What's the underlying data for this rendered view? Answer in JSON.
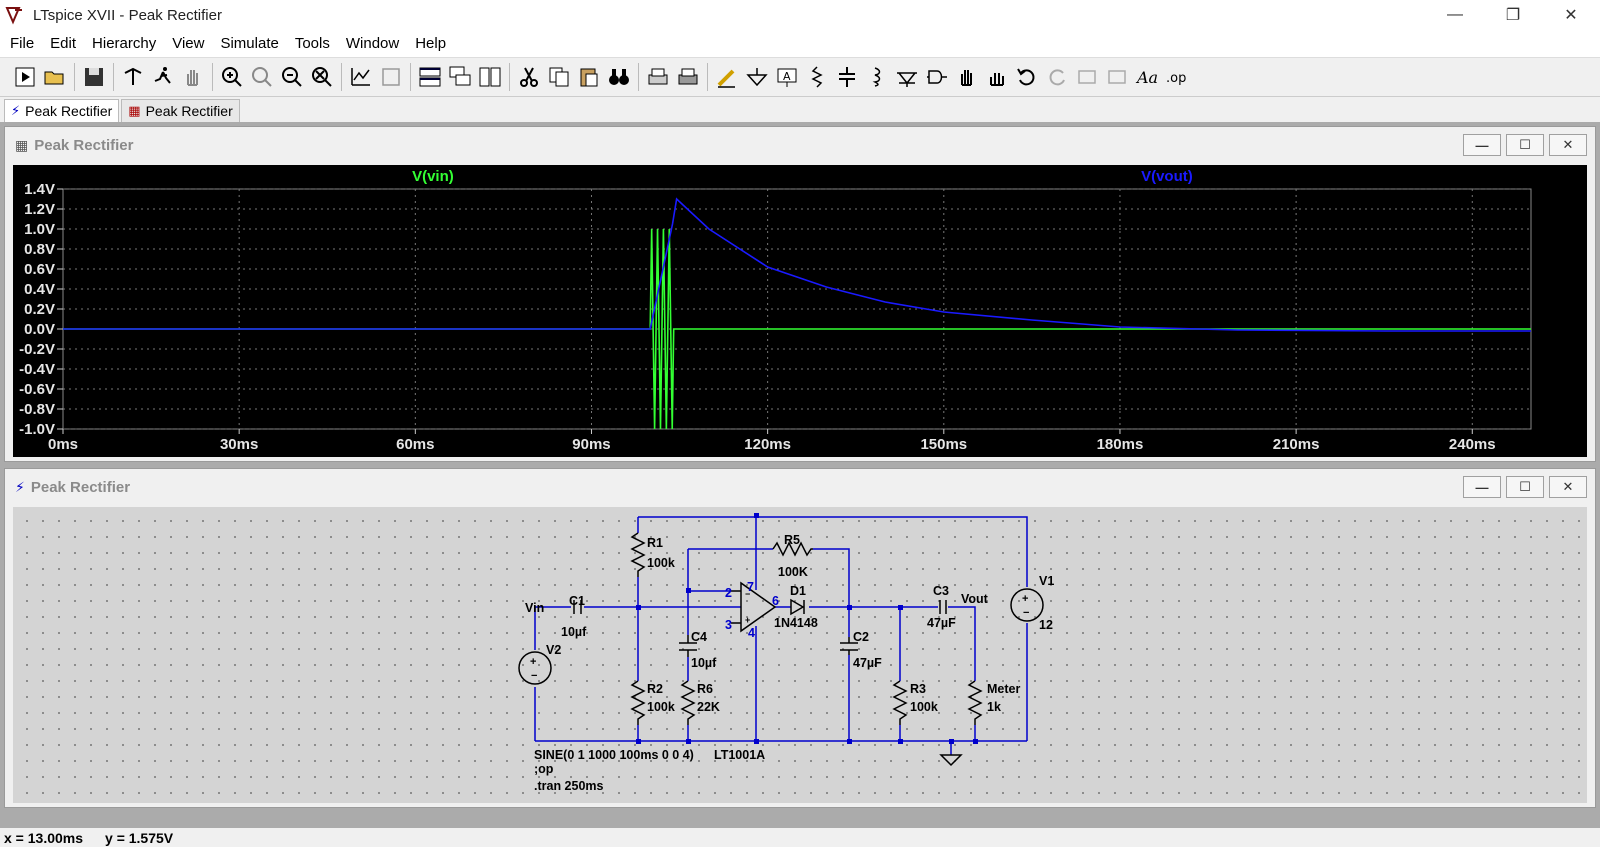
{
  "window": {
    "title": "LTspice XVII - Peak Rectifier"
  },
  "menu": {
    "items": [
      "File",
      "Edit",
      "Hierarchy",
      "View",
      "Simulate",
      "Tools",
      "Window",
      "Help"
    ]
  },
  "toolbar": {
    "icons": [
      "run-icon",
      "open-icon",
      "save-icon",
      "control-panel-icon",
      "run-sim-icon",
      "pan-hand-icon",
      "zoom-in-icon",
      "zoom-area-icon",
      "zoom-out-icon",
      "zoom-cancel-icon",
      "autorange-icon",
      "zoom-fit-icon",
      "tile-horizontal-icon",
      "cascade-icon",
      "tile-vertical-icon",
      "cut-icon",
      "copy-icon",
      "paste-icon",
      "find-icon",
      "print-setup-icon",
      "print-icon",
      "draw-wire-icon",
      "ground-icon",
      "label-net-icon",
      "resistor-icon",
      "capacitor-icon",
      "inductor-icon",
      "diode-icon",
      "component-icon",
      "move-icon",
      "drag-icon",
      "undo-icon",
      "redo-icon",
      "rotate-icon",
      "mirror-icon",
      "text-icon",
      "spice-directive-icon"
    ]
  },
  "tabs": [
    {
      "label": "Peak Rectifier",
      "icon": "schematic-icon",
      "active": true
    },
    {
      "label": "Peak Rectifier",
      "icon": "waveform-icon",
      "active": false
    }
  ],
  "plot_window": {
    "title": "Peak Rectifier",
    "ctrls": {
      "min": "—",
      "max": "☐",
      "close": "✕"
    }
  },
  "schematic_window": {
    "title": "Peak Rectifier",
    "ctrls": {
      "min": "—",
      "max": "☐",
      "close": "✕"
    }
  },
  "chart_data": {
    "type": "line",
    "xlabel": "",
    "ylabel": "",
    "x_tick_labels": [
      "0ms",
      "30ms",
      "60ms",
      "90ms",
      "120ms",
      "150ms",
      "180ms",
      "210ms",
      "240ms"
    ],
    "y_tick_labels": [
      "1.4V",
      "1.2V",
      "1.0V",
      "0.8V",
      "0.6V",
      "0.4V",
      "0.2V",
      "0.0V",
      "-0.2V",
      "-0.4V",
      "-0.6V",
      "-0.8V",
      "-1.0V"
    ],
    "xlim": [
      0,
      250
    ],
    "ylim": [
      -1.0,
      1.4
    ],
    "grid": true,
    "series": [
      {
        "name": "V(vin)",
        "color": "#33ff33",
        "x": [
          0,
          100,
          100.25,
          100.75,
          101.25,
          101.75,
          102.25,
          102.75,
          103.25,
          103.75,
          104.0,
          250
        ],
        "y": [
          0,
          0,
          1.0,
          -1.0,
          1.0,
          -1.0,
          1.0,
          -1.0,
          1.0,
          -1.0,
          0,
          0
        ]
      },
      {
        "name": "V(vout)",
        "color": "#1a1aff",
        "x": [
          0,
          100,
          103.8,
          104.5,
          110,
          120,
          130,
          140,
          150,
          165,
          180,
          200,
          225,
          250
        ],
        "y": [
          0,
          0,
          1.05,
          1.3,
          1.0,
          0.62,
          0.42,
          0.27,
          0.17,
          0.09,
          0.02,
          -0.01,
          -0.02,
          -0.02
        ]
      }
    ]
  },
  "schematic": {
    "labels": {
      "vin": "Vin",
      "vout": "Vout",
      "c1": "C1",
      "c1v": "10µf",
      "r1": "R1",
      "r1v": "100k",
      "r2": "R2",
      "r2v": "100k",
      "r5": "R5",
      "r5v": "100K",
      "r6": "R6",
      "r6v": "22K",
      "c4": "C4",
      "c4v": "10µf",
      "d1": "D1",
      "d1v": "1N4148",
      "c2": "C2",
      "c2v": "47µF",
      "c3": "C3",
      "c3v": "47µF",
      "r3": "R3",
      "r3v": "100k",
      "meter": "Meter",
      "meterv": "1k",
      "v1": "V1",
      "v1v": "12",
      "v2": "V2",
      "pin2": "2",
      "pin3": "3",
      "pin4": "4",
      "pin6": "6",
      "pin7": "7",
      "opamp": "LT1001A",
      "sine": "SINE(0 1 1000 100ms 0 0 4)",
      "op": ";op",
      "tran": ".tran 250ms"
    }
  },
  "status": {
    "x": "x = 13.00ms",
    "y": "y = 1.575V"
  }
}
